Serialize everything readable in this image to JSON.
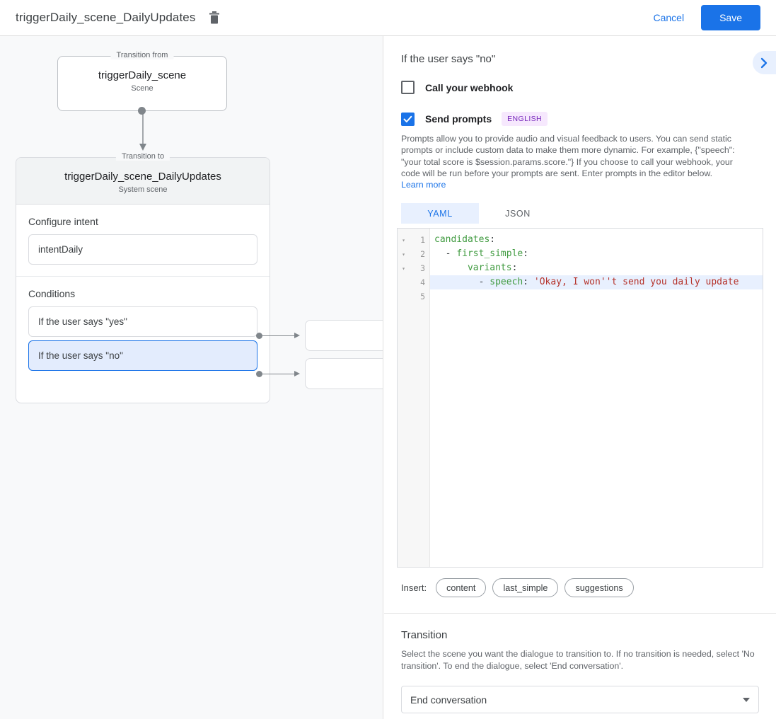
{
  "topbar": {
    "title": "triggerDaily_scene_DailyUpdates",
    "delete_icon": "trash-icon",
    "cancel_label": "Cancel",
    "save_label": "Save",
    "accent_color": "#1a73e8"
  },
  "canvas": {
    "from_card": {
      "legend": "Transition from",
      "name": "triggerDaily_scene",
      "subtitle": "Scene"
    },
    "to_card": {
      "legend": "Transition to",
      "name": "triggerDaily_scene_DailyUpdates",
      "subtitle": "System scene",
      "intent_section_label": "Configure intent",
      "intent_value": "intentDaily",
      "conditions_section_label": "Conditions",
      "conditions": [
        {
          "label": "If the user says \"yes\"",
          "selected": false
        },
        {
          "label": "If the user says \"no\"",
          "selected": true
        }
      ]
    }
  },
  "panel": {
    "title": "If the user says \"no\"",
    "expand_icon": "chevron-right-icon",
    "webhook": {
      "label": "Call your webhook",
      "checked": false
    },
    "prompts": {
      "label": "Send prompts",
      "checked": true,
      "language_badge": "ENGLISH",
      "badge_bg": "#f6e8fd",
      "badge_fg": "#7627bb",
      "help_text": "Prompts allow you to provide audio and visual feedback to users. You can send static prompts or include custom data to make them more dynamic. For example, {\"speech\": \"your total score is $session.params.score.\"} If you choose to call your webhook, your code will be run before your prompts are sent. Enter prompts in the editor below. ",
      "help_link": "Learn more"
    },
    "tabs": [
      {
        "label": "YAML",
        "active": true
      },
      {
        "label": "JSON",
        "active": false
      }
    ],
    "editor": {
      "lines": [
        {
          "number": "1",
          "foldable": true,
          "highlighted": false,
          "tokens": [
            {
              "t": "candidates",
              "c": "k"
            },
            {
              "t": ":",
              "c": "p"
            }
          ]
        },
        {
          "number": "2",
          "foldable": true,
          "highlighted": false,
          "tokens": [
            {
              "t": "  - ",
              "c": "p"
            },
            {
              "t": "first_simple",
              "c": "k"
            },
            {
              "t": ":",
              "c": "p"
            }
          ]
        },
        {
          "number": "3",
          "foldable": true,
          "highlighted": false,
          "tokens": [
            {
              "t": "      ",
              "c": "p"
            },
            {
              "t": "variants",
              "c": "k"
            },
            {
              "t": ":",
              "c": "p"
            }
          ]
        },
        {
          "number": "4",
          "foldable": false,
          "highlighted": true,
          "tokens": [
            {
              "t": "        - ",
              "c": "p"
            },
            {
              "t": "speech",
              "c": "k"
            },
            {
              "t": ": ",
              "c": "p"
            },
            {
              "t": "'Okay, I won''t send you daily update",
              "c": "s"
            }
          ]
        },
        {
          "number": "5",
          "foldable": false,
          "highlighted": false,
          "tokens": []
        }
      ],
      "fold_glyph": "▾"
    },
    "insert": {
      "label": "Insert:",
      "chips": [
        "content",
        "last_simple",
        "suggestions"
      ]
    },
    "transition": {
      "title": "Transition",
      "description": "Select the scene you want the dialogue to transition to. If no transition is needed, select 'No transition'. To end the dialogue, select 'End conversation'.",
      "selected_value": "End conversation",
      "caret_icon": "chevron-down-icon"
    }
  }
}
